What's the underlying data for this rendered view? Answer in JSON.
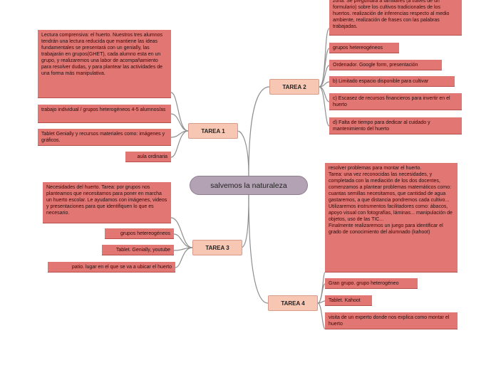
{
  "central": "salvemos la naturaleza",
  "tasks": {
    "t1": "TAREA 1",
    "t2": "TAREA 2",
    "t3": "TAREA 3",
    "t4": "TAREA 4"
  },
  "notes": {
    "t1_a": "Lectura comprensiva: el huerto. Nuestros tres alumnos tendrán una lectura reducida que mantiene las ideas fundamentales se presentará con un genially, las trabajarán en grupos(GHET), cada alumno esta en un grupo, y realizaremos una labor de acompañamiento para resolver dudas, y para plantear las actividades de una forma más manipulativa.",
    "t1_b": "trabajo individual / grupos heterogéneos 4-5 alumnos/as",
    "t1_c": "Tablet Genially y recursos materiales como: imágenes y gráficos.",
    "t1_d": "aula ordinaria",
    "t2_a": "zona. Se preguntará a familiares (a través de un formulario) sobre los cultivos tradicionales de los huertos. realización de inferencias respecto al medio ambiente, realización de frases con las palabras trabajadas.",
    "t2_b": "grupos hetereogéneos",
    "t2_c": "Ordenador. Google form, presentación",
    "t2_d": "b) Limitado espacio disponible para cultivar",
    "t2_e": "c) Escasez de recursos financieros para invertir en el huerto",
    "t2_f": "d) Falta de tiempo para dedicar al cuidado y mantenimiento del huerto",
    "t3_a": "Necesidades del huerto. Tarea: por grupos nos planteamos que necesitamos para poner en marcha un huerto escolar. Le ayudamos con imágenes, videos y presentaciones para que identifiquen lo que es necesario.",
    "t3_b": "grupos hetereogéneos",
    "t3_c": "Tablet. Genially, youtube",
    "t3_d": "patio. lugar en el que se va a ubicar el huerto",
    "t4_a": "resolver problemas para montar el huerto.\nTarea: una vez reconocidas las necesidades, y completada con la mediación de los dos docentes, comenzamos a plantear problemas matemáticos como: cuantas semillas necesitamos, que cantidad de agua gastaremos, a que distancia pondremos cada cultivo... Utilizaremos instrumentos facilitadores como: ábacos, apoyo visual con fotografías, láminas... manipulación de objetos, uso de las TIC...\nFinalmente realizaremos un juego para identificar el grado de conocimiento del alumnado (kahoot)",
    "t4_b": "Gran grupo. grupo heterogéneo",
    "t4_c": "Tablet. Kahoot",
    "t4_d": "visita de un experto donde nos explica como montar el huerto"
  },
  "colors": {
    "central_fill": "#b3a2b3",
    "task_fill": "#f7c7b4",
    "note_fill": "#e27672",
    "link_stroke": "#8f8f8f"
  }
}
